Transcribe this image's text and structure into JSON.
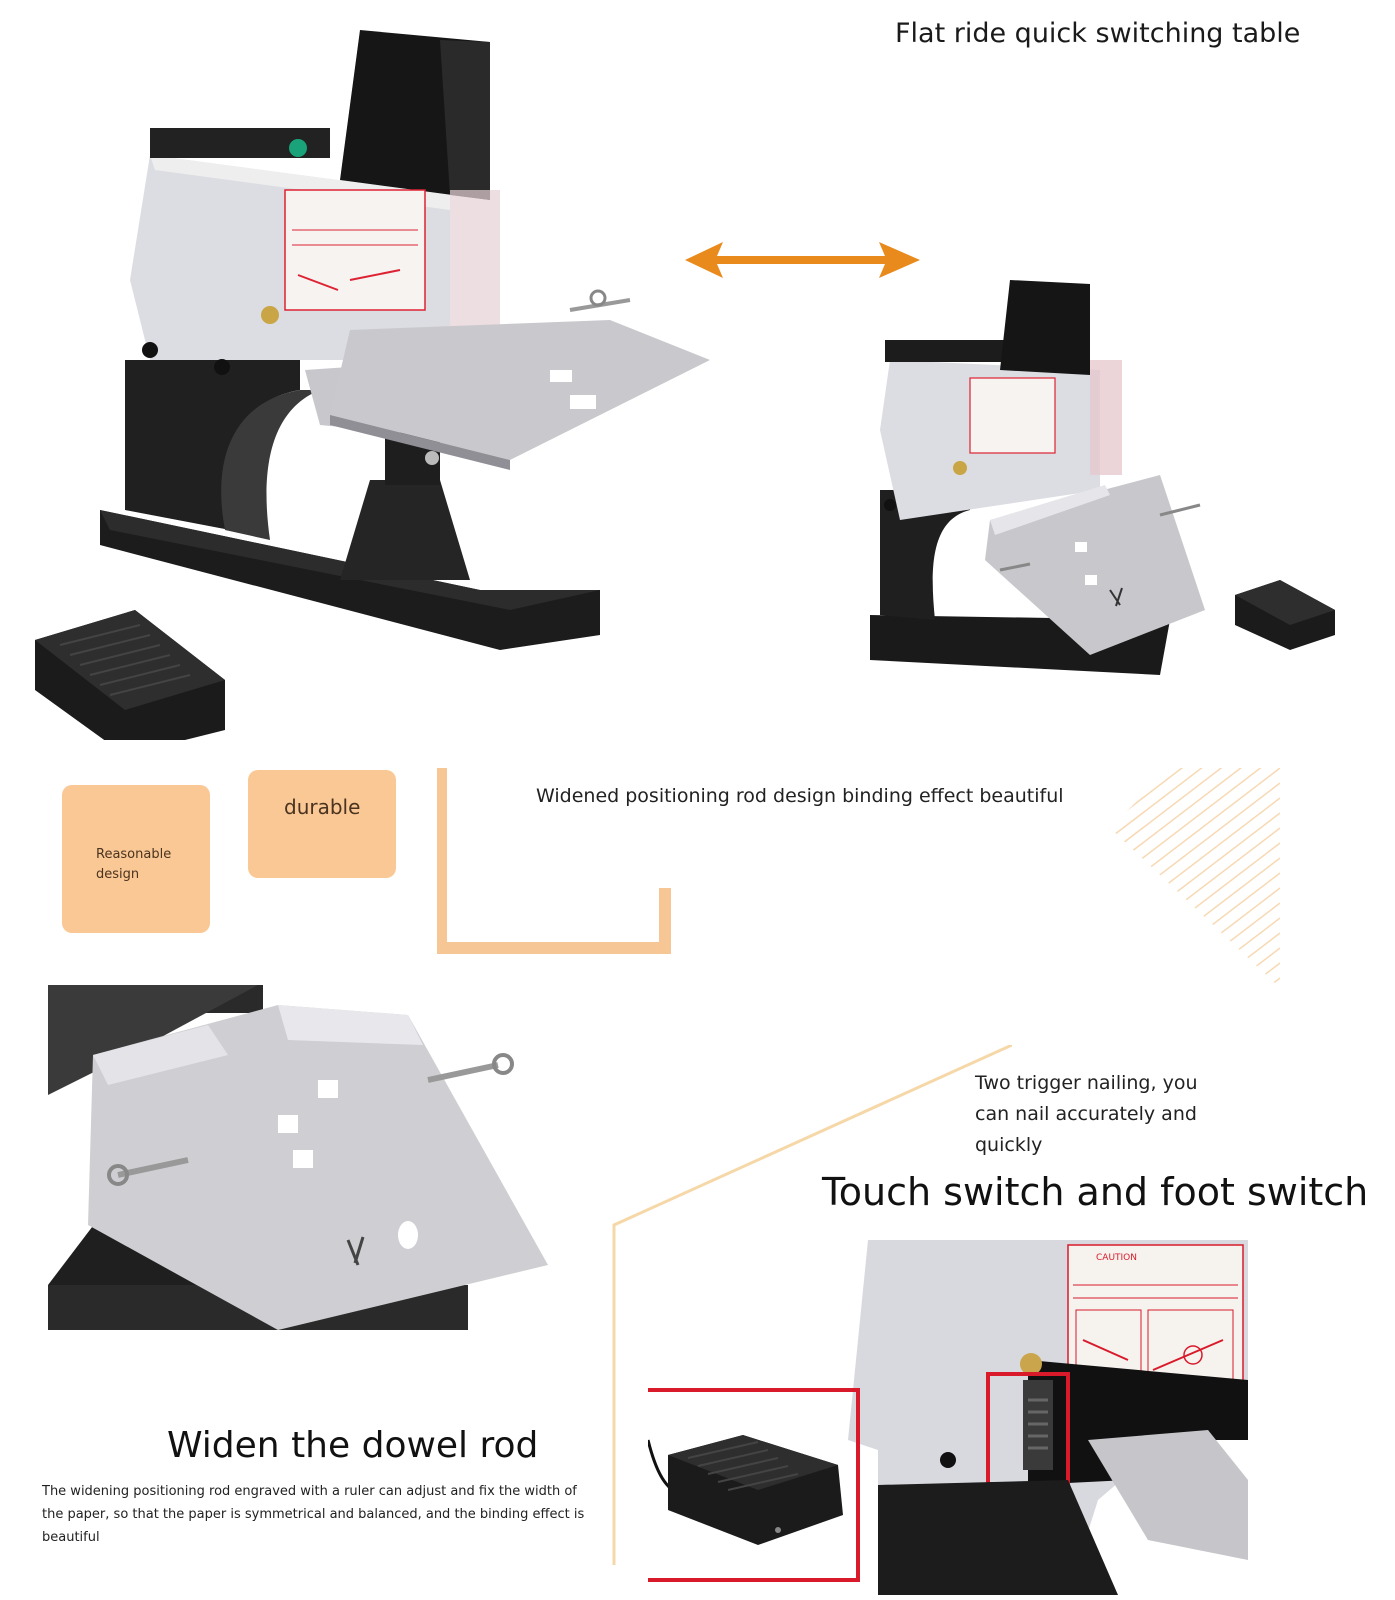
{
  "top_section": {
    "caption": "Flat ride quick switching table"
  },
  "features": {
    "badge_reasonable": "Reasonable design",
    "badge_durable": "durable",
    "headline": "Widened positioning rod design binding effect beautiful"
  },
  "dowel_section": {
    "title": "Widen the dowel rod",
    "description": "The widening positioning rod engraved with a ruler can adjust and fix the width of the paper, so that the paper is symmetrical and balanced, and the binding effect is beautiful"
  },
  "switch_section": {
    "subtitle": "Two trigger nailing, you can nail accurately and quickly",
    "title": "Touch switch and foot switch",
    "caution_label": "CAUTION"
  },
  "colors": {
    "accent_orange": "#e98a1c",
    "badge_peach": "#f9c894",
    "highlight_red": "#d81a2a",
    "machine_black": "#1b1b1b",
    "machine_gray": "#d9dade"
  }
}
